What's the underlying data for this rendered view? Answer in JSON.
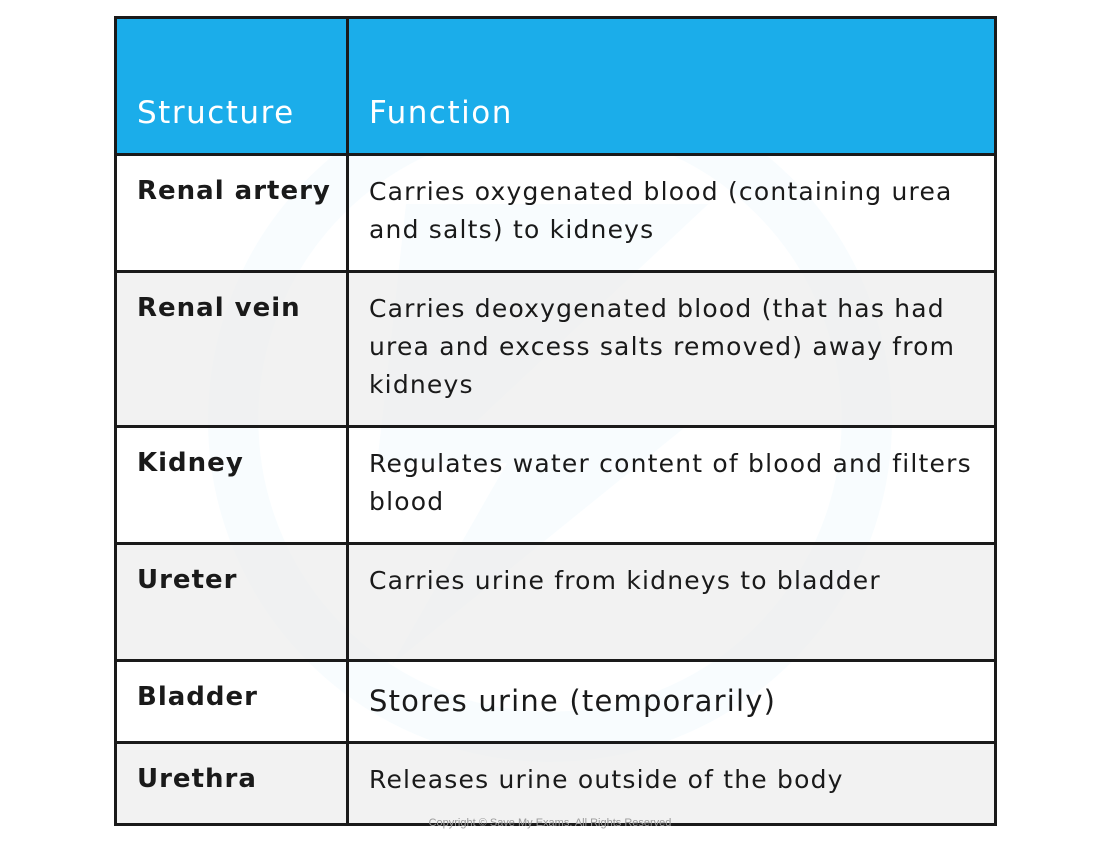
{
  "table": {
    "header": {
      "structure": "Structure",
      "function": "Function"
    },
    "rows": [
      {
        "structure": "Renal artery",
        "function": "Carries oxygenated blood (containing urea and salts) to kidneys"
      },
      {
        "structure": "Renal vein",
        "function": "Carries deoxygenated blood (that has had urea and excess salts removed) away from kidneys"
      },
      {
        "structure": "Kidney",
        "function": "Regulates water content of blood and filters blood"
      },
      {
        "structure": "Ureter",
        "function": "Carries urine from kidneys to bladder"
      },
      {
        "structure": "Bladder",
        "function": "Stores urine (temporarily)"
      },
      {
        "structure": "Urethra",
        "function": "Releases urine outside of the body"
      }
    ]
  },
  "footer": {
    "copyright": "Copyright © Save My Exams. All Rights Reserved"
  },
  "colors": {
    "header_bg": "#1badea",
    "header_text": "#ffffff",
    "border": "#1a1a1a",
    "alt_row_bg": "#f0f0f0"
  }
}
